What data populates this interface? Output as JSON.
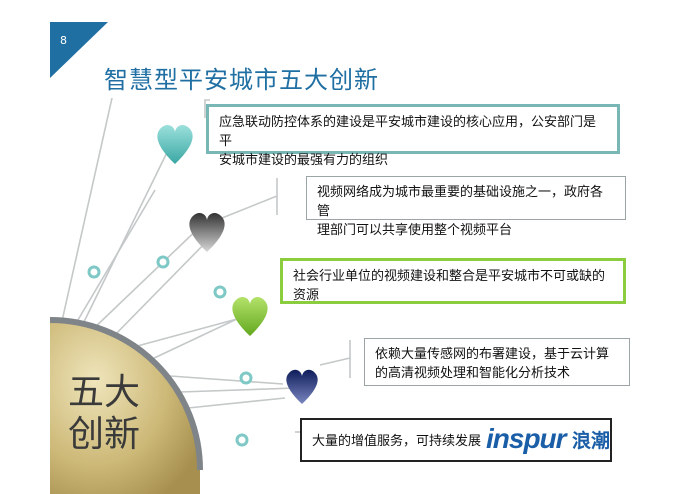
{
  "slide": {
    "page_number": "8",
    "title": "智慧型平安城市五大创新",
    "hub_label_line1": "五大",
    "hub_label_line2": "创新"
  },
  "points": [
    {
      "line1": "应急联动防控体系的建设是平安城市建设的核心应用，公安部门是平",
      "line2": "安城市建设的最强有力的组织"
    },
    {
      "line1": "视频网络成为城市最重要的基础设施之一，政府各管",
      "line2": "理部门可以共享使用整个视频平台"
    },
    {
      "line1": "社会行业单位的视频建设和整合是平安城市不可或缺的",
      "line2": "资源"
    },
    {
      "line1": "依赖大量传感网的布署建设，基于云计算",
      "line2": "的高清视频处理和智能化分析技术"
    },
    {
      "line1": "大量的增值服务，可持续发展"
    }
  ],
  "logo": {
    "latin": "inspur",
    "chinese": "浪潮",
    "color": "#1b5ea8"
  },
  "colors": {
    "corner": "#1f6fa3",
    "title": "#1f6fa3",
    "teal": "#62c0bd",
    "green": "#8ccc3f",
    "gold": "#c9b576"
  }
}
